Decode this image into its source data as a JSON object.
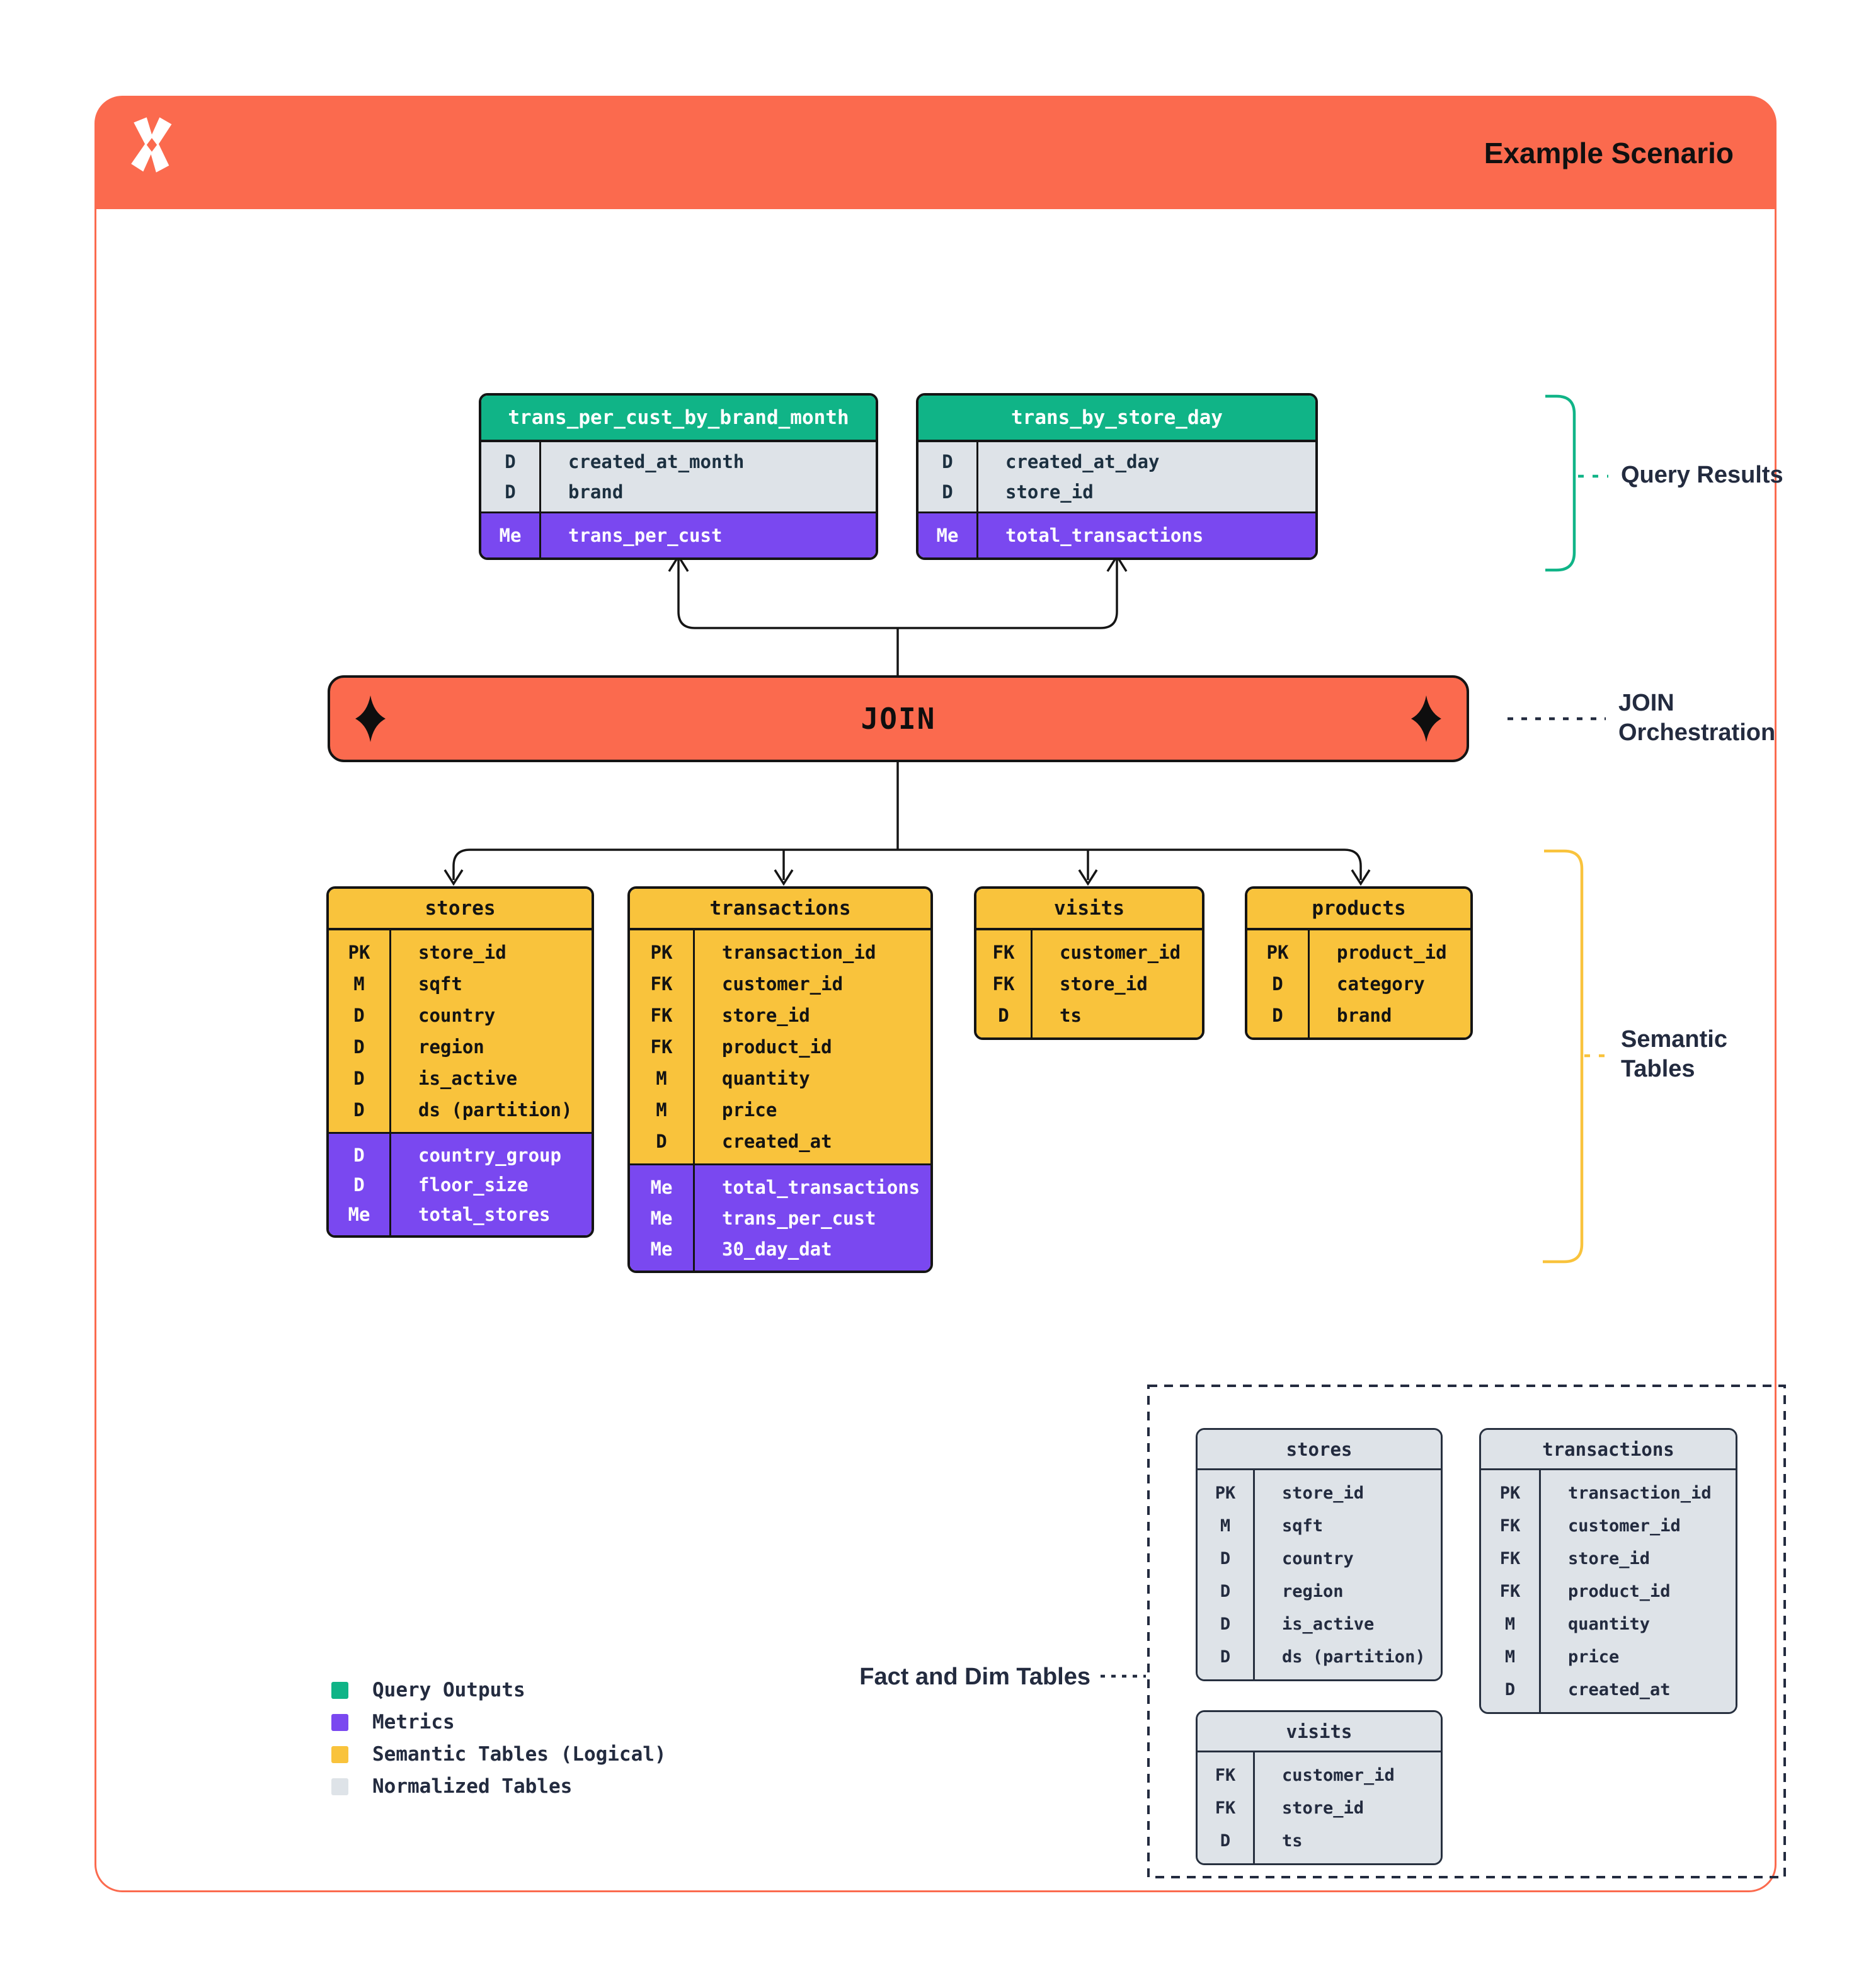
{
  "header": {
    "title": "Example Scenario"
  },
  "join": {
    "label": "JOIN"
  },
  "annotations": {
    "query_results": "Query Results",
    "join_line1": "JOIN",
    "join_line2": "Orchestration",
    "semantic_line1": "Semantic",
    "semantic_line2": "Tables",
    "fact_dim": "Fact and Dim Tables"
  },
  "legend": {
    "items": [
      {
        "label": "Query Outputs",
        "color": "#10B487"
      },
      {
        "label": "Metrics",
        "color": "#7A48F0"
      },
      {
        "label": "Semantic Tables (Logical)",
        "color": "#F9C33C"
      },
      {
        "label": "Normalized Tables",
        "color": "#DEE3E8"
      }
    ]
  },
  "colors": {
    "accent_orange": "#FB6A4E",
    "query_output_green": "#10B487",
    "metric_purple": "#7A48F0",
    "semantic_yellow": "#F9C33C",
    "normalized_gray": "#DEE3E8",
    "label_navy": "#232B3F"
  },
  "icons": {
    "logo": "x-sparkle-logo",
    "join_left": "four-point-star-icon",
    "join_right": "four-point-star-icon"
  },
  "tables": {
    "query": [
      {
        "name": "trans_per_cust_by_brand_month",
        "fields": [
          {
            "key": "D",
            "name": "created_at_month"
          },
          {
            "key": "D",
            "name": "brand"
          }
        ],
        "metrics": [
          {
            "key": "Me",
            "name": "trans_per_cust"
          }
        ]
      },
      {
        "name": "trans_by_store_day",
        "fields": [
          {
            "key": "D",
            "name": "created_at_day"
          },
          {
            "key": "D",
            "name": "store_id"
          }
        ],
        "metrics": [
          {
            "key": "Me",
            "name": "total_transactions"
          }
        ]
      }
    ],
    "semantic": [
      {
        "name": "stores",
        "fields": [
          {
            "key": "PK",
            "name": "store_id"
          },
          {
            "key": "M",
            "name": "sqft"
          },
          {
            "key": "D",
            "name": "country"
          },
          {
            "key": "D",
            "name": "region"
          },
          {
            "key": "D",
            "name": "is_active"
          },
          {
            "key": "D",
            "name": "ds (partition)"
          }
        ],
        "metrics": [
          {
            "key": "D",
            "name": "country_group"
          },
          {
            "key": "D",
            "name": "floor_size"
          },
          {
            "key": "Me",
            "name": "total_stores"
          }
        ]
      },
      {
        "name": "transactions",
        "fields": [
          {
            "key": "PK",
            "name": "transaction_id"
          },
          {
            "key": "FK",
            "name": "customer_id"
          },
          {
            "key": "FK",
            "name": "store_id"
          },
          {
            "key": "FK",
            "name": "product_id"
          },
          {
            "key": "M",
            "name": "quantity"
          },
          {
            "key": "M",
            "name": "price"
          },
          {
            "key": "D",
            "name": "created_at"
          }
        ],
        "metrics": [
          {
            "key": "Me",
            "name": "total_transactions"
          },
          {
            "key": "Me",
            "name": "trans_per_cust"
          },
          {
            "key": "Me",
            "name": "30_day_dat"
          }
        ]
      },
      {
        "name": "visits",
        "fields": [
          {
            "key": "FK",
            "name": "customer_id"
          },
          {
            "key": "FK",
            "name": "store_id"
          },
          {
            "key": "D",
            "name": "ts"
          }
        ],
        "metrics": []
      },
      {
        "name": "products",
        "fields": [
          {
            "key": "PK",
            "name": "product_id"
          },
          {
            "key": "D",
            "name": "category"
          },
          {
            "key": "D",
            "name": "brand"
          }
        ],
        "metrics": []
      }
    ],
    "normalized": [
      {
        "name": "stores",
        "fields": [
          {
            "key": "PK",
            "name": "store_id"
          },
          {
            "key": "M",
            "name": "sqft"
          },
          {
            "key": "D",
            "name": "country"
          },
          {
            "key": "D",
            "name": "region"
          },
          {
            "key": "D",
            "name": "is_active"
          },
          {
            "key": "D",
            "name": "ds (partition)"
          }
        ],
        "metrics": []
      },
      {
        "name": "transactions",
        "fields": [
          {
            "key": "PK",
            "name": "transaction_id"
          },
          {
            "key": "FK",
            "name": "customer_id"
          },
          {
            "key": "FK",
            "name": "store_id"
          },
          {
            "key": "FK",
            "name": "product_id"
          },
          {
            "key": "M",
            "name": "quantity"
          },
          {
            "key": "M",
            "name": "price"
          },
          {
            "key": "D",
            "name": "created_at"
          }
        ],
        "metrics": []
      },
      {
        "name": "visits",
        "fields": [
          {
            "key": "FK",
            "name": "customer_id"
          },
          {
            "key": "FK",
            "name": "store_id"
          },
          {
            "key": "D",
            "name": "ts"
          }
        ],
        "metrics": []
      }
    ]
  }
}
